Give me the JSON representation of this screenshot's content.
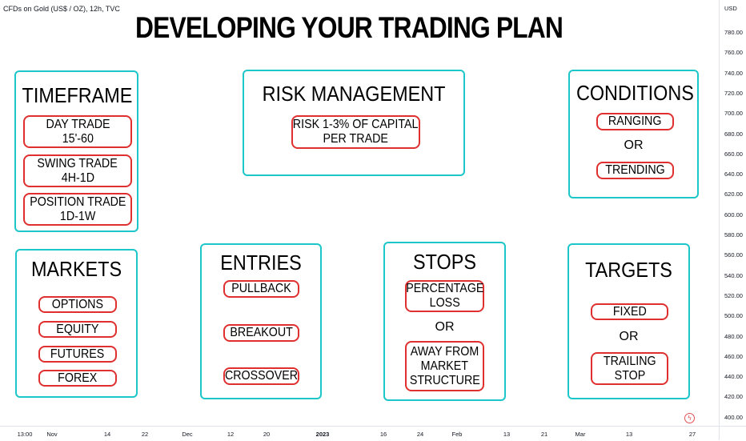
{
  "symbol_title": "CFDs on Gold (US$ / OZ), 12h, TVC",
  "main_title": "DEVELOPING YOUR TRADING PLAN",
  "cards": {
    "timeframe": {
      "title": "TIMEFRAME",
      "items": [
        {
          "line1": "DAY TRADE",
          "line2": "15'-60"
        },
        {
          "line1": "SWING TRADE",
          "line2": "4H-1D"
        },
        {
          "line1": "POSITION TRADE",
          "line2": "1D-1W"
        }
      ]
    },
    "risk": {
      "title": "RISK MANAGEMENT",
      "item": {
        "line1": "RISK 1-3% OF CAPITAL",
        "line2": "PER TRADE"
      }
    },
    "conditions": {
      "title": "CONDITIONS",
      "items": [
        "RANGING",
        "TRENDING"
      ],
      "or": "OR"
    },
    "markets": {
      "title": "MARKETS",
      "items": [
        "OPTIONS",
        "EQUITY",
        "FUTURES",
        "FOREX"
      ]
    },
    "entries": {
      "title": "ENTRIES",
      "items": [
        "PULLBACK",
        "BREAKOUT",
        "CROSSOVER"
      ]
    },
    "stops": {
      "title": "STOPS",
      "item1": {
        "line1": "PERCENTAGE",
        "line2": "LOSS"
      },
      "or": "OR",
      "item2": {
        "line1": "AWAY FROM",
        "line2": "MARKET",
        "line3": "STRUCTURE"
      }
    },
    "targets": {
      "title": "TARGETS",
      "item1": "FIXED",
      "or": "OR",
      "item2": {
        "line1": "TRAILING",
        "line2": "STOP"
      }
    }
  },
  "price_axis": {
    "currency": "USD",
    "labels": [
      "780.00",
      "760.00",
      "740.00",
      "720.00",
      "700.00",
      "680.00",
      "660.00",
      "640.00",
      "620.00",
      "600.00",
      "580.00",
      "560.00",
      "540.00",
      "520.00",
      "500.00",
      "480.00",
      "460.00",
      "440.00",
      "420.00",
      "400.00"
    ]
  },
  "time_axis": {
    "labels": [
      {
        "text": "13:00",
        "bold": false
      },
      {
        "text": "Nov",
        "bold": false
      },
      {
        "text": "14",
        "bold": false
      },
      {
        "text": "22",
        "bold": false
      },
      {
        "text": "Dec",
        "bold": false
      },
      {
        "text": "12",
        "bold": false
      },
      {
        "text": "20",
        "bold": false
      },
      {
        "text": "2023",
        "bold": true
      },
      {
        "text": "16",
        "bold": false
      },
      {
        "text": "24",
        "bold": false
      },
      {
        "text": "Feb",
        "bold": false
      },
      {
        "text": "13",
        "bold": false
      },
      {
        "text": "21",
        "bold": false
      },
      {
        "text": "Mar",
        "bold": false
      },
      {
        "text": "13",
        "bold": false
      },
      {
        "text": "27",
        "bold": false
      }
    ]
  },
  "colors": {
    "card_border": "#1cc6c9",
    "pill_border": "#e02f2f"
  },
  "icons": {
    "flash": "lightning-icon"
  }
}
